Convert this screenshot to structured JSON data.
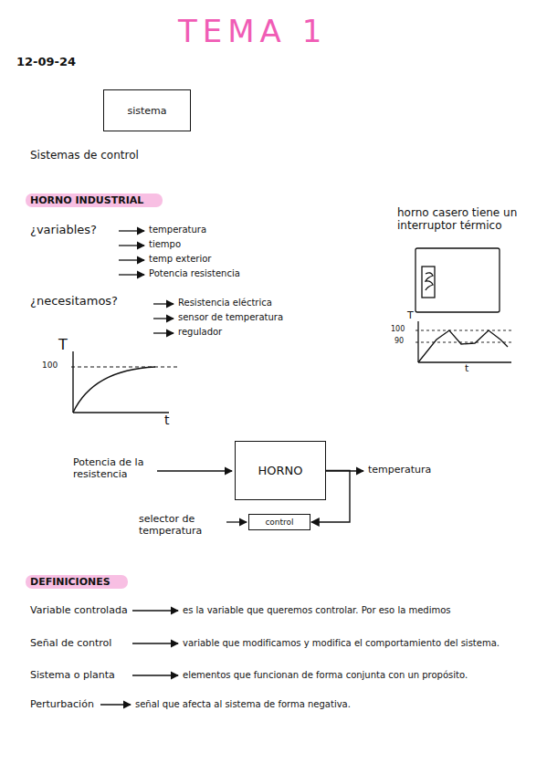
{
  "diagram": {
    "title": "TEMA 1",
    "nodes": [
      {
        "text": [
          "sistema"
        ]
      },
      {
        "text": [
          "HORNO"
        ]
      },
      {
        "text": [
          "control"
        ]
      }
    ],
    "edges": [
      {
        "from": 1,
        "to": 2,
        "arrow": "to"
      }
    ],
    "labels": [
      "12-09-24",
      "Sistemas de control",
      "HORNO INDUSTRIAL",
      "¿variables?",
      "temperatura",
      "tiempo",
      "temp exterior",
      "Potencia resistencia",
      "¿necesitamos?",
      "Resistencia eléctrica",
      "sensor de temperatura",
      "regulador",
      "T",
      "100",
      "t",
      "horno casero tiene un interruptor térmico",
      "T",
      "100",
      "90",
      "t",
      "Potencia de la resistencia",
      "temperatura",
      "selector de temperatura",
      "DEFINICIONES",
      "Variable controlada",
      "es la variable que queremos controlar. Por eso la medimos",
      "Señal de control",
      "variable que modificamos y modifica el comportamiento del sistema.",
      "Sistema o planta",
      "elementos que funcionan de forma conjunta con un propósito.",
      "Perturbación",
      "señal que afecta al sistema de forma negativa."
    ]
  }
}
